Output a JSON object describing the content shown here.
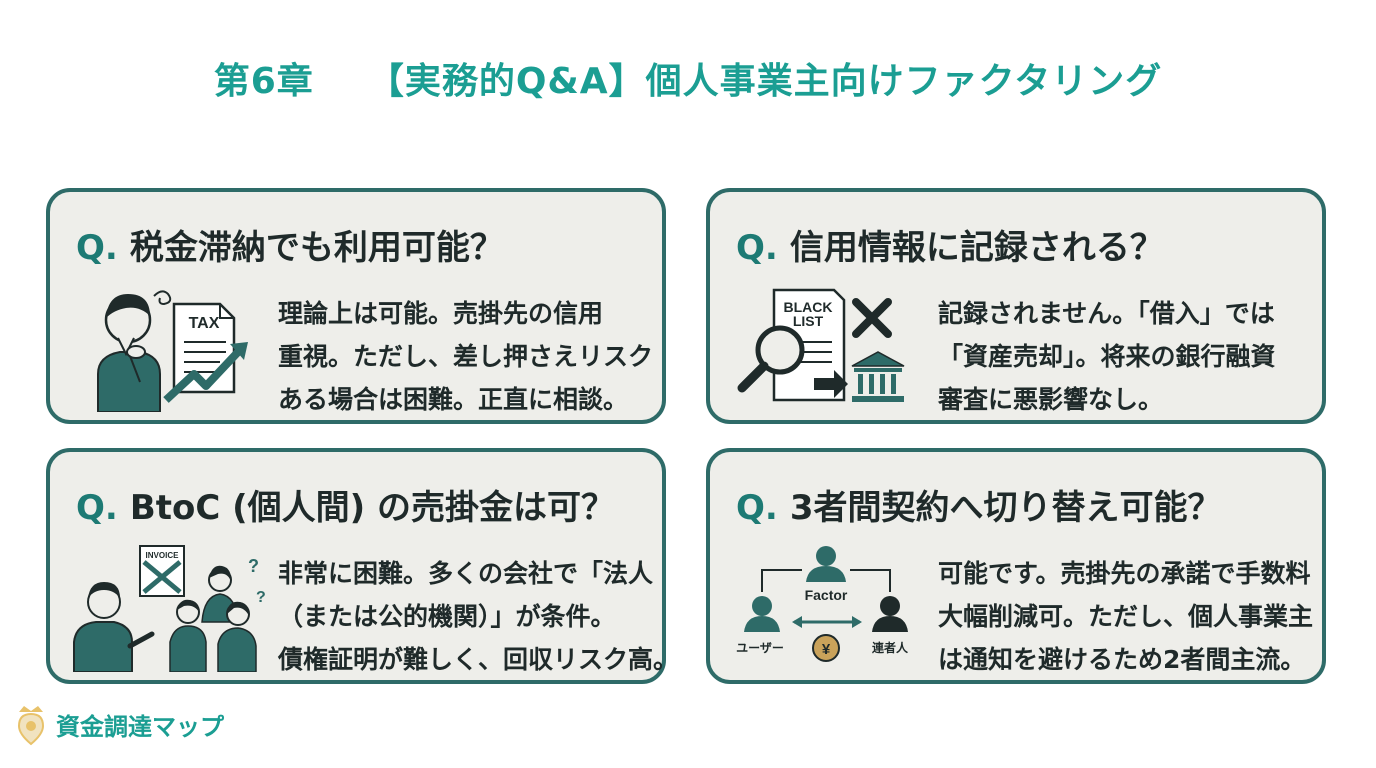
{
  "title": {
    "chapter": "第6章",
    "main": "【実務的Q&A】個人事業主向けファクタリング"
  },
  "qmark": "Q.",
  "cards": [
    {
      "question": "税金滞納でも利用可能？",
      "answer": [
        "理論上は可能。売掛先の信用",
        "重視。ただし、差し押さえリスク",
        "ある場合は困難。正直に相談。"
      ],
      "illustration": {
        "icon": "thinking-person-with-tax-document-icon",
        "label": "TAX"
      }
    },
    {
      "question": "信用情報に記録される？",
      "answer": [
        "記録されません。「借入」では",
        "「資産売却」。将来の銀行融資",
        "審査に悪影響なし。"
      ],
      "illustration": {
        "icon": "blacklist-magnifier-bank-icon",
        "label": [
          "BLACK",
          "LIST"
        ]
      }
    },
    {
      "question": "BtoC (個人間) の売掛金は可？",
      "answer": [
        "非常に困難。多くの会社で「法人",
        "（または公的機関）」が条件。",
        "債権証明が難しく、回収リスク高。"
      ],
      "illustration": {
        "icon": "people-with-crossed-invoice-icon",
        "label": "INVOICE"
      }
    },
    {
      "question": "3者間契約へ切り替え可能？",
      "answer": [
        "可能です。売掛先の承諾で手数料",
        "大幅削減可。ただし、個人事業主",
        "は通知を避けるため2者間主流。"
      ],
      "illustration": {
        "icon": "three-party-diagram-icon",
        "factor": "Factor",
        "user": "ユーザー",
        "partner": "連者人",
        "yen": "¥"
      }
    }
  ],
  "brand": {
    "name": "資金調達マップ",
    "icon": "crown-pin-logo-icon"
  },
  "colors": {
    "accent": "#1b9e93",
    "border": "#2e6b68",
    "card_bg": "#eeeeea",
    "figure": "#2e6b68"
  }
}
